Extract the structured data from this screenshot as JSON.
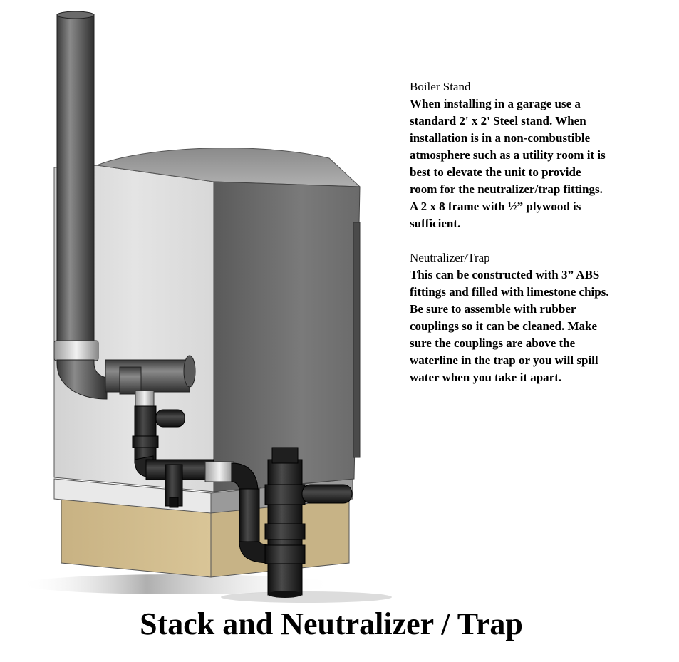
{
  "notes": {
    "boiler_stand": {
      "heading": "Boiler Stand",
      "lines": [
        "When installing in a garage use a",
        "standard 2' x 2' Steel stand.  When",
        "installation is in a non-combustible",
        "atmosphere such as a utility room it is",
        "best to elevate the unit to provide",
        "room for the neutralizer/trap fittings.",
        "A 2 x 8 frame with ½” plywood is",
        "sufficient."
      ]
    },
    "neutralizer_trap": {
      "heading": "Neutralizer/Trap",
      "lines": [
        "This can be constructed with 3” ABS",
        "fittings and filled with limestone chips.",
        "Be sure to assemble with rubber",
        "couplings so it can be cleaned.  Make",
        "sure the couplings are above the",
        "waterline in the trap or you will spill",
        "water when you take it apart."
      ]
    }
  },
  "caption": "Stack and Neutralizer / Trap",
  "colors": {
    "boiler_front": "#dcdcdc",
    "boiler_side": "#6e6e6e",
    "wood": "#cdb88a",
    "pipe_dark": "#1c1c1c",
    "pipe_grey": "#5c5c5c"
  }
}
